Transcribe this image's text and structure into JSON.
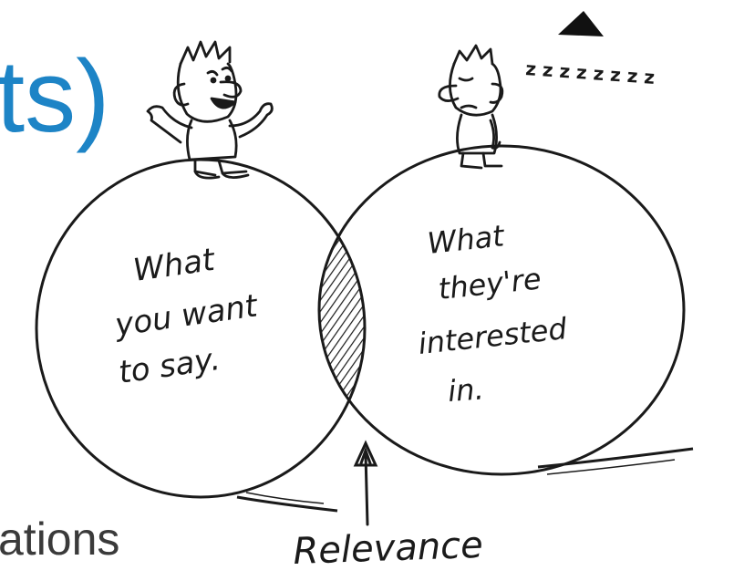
{
  "slide": {
    "title_fragment": "ts)",
    "bullet_fragment": "ations"
  },
  "diagram": {
    "left_circle_text": [
      "What",
      "you want",
      "to say."
    ],
    "right_circle_text": [
      "What",
      "they're",
      "interested",
      "in."
    ],
    "intersection_label": "Relevance",
    "snore_text": "z z z z z z z z"
  },
  "colors": {
    "title_blue": "#1d84c6",
    "body_gray": "#3a3a3a",
    "ink": "#1a1a1a"
  }
}
